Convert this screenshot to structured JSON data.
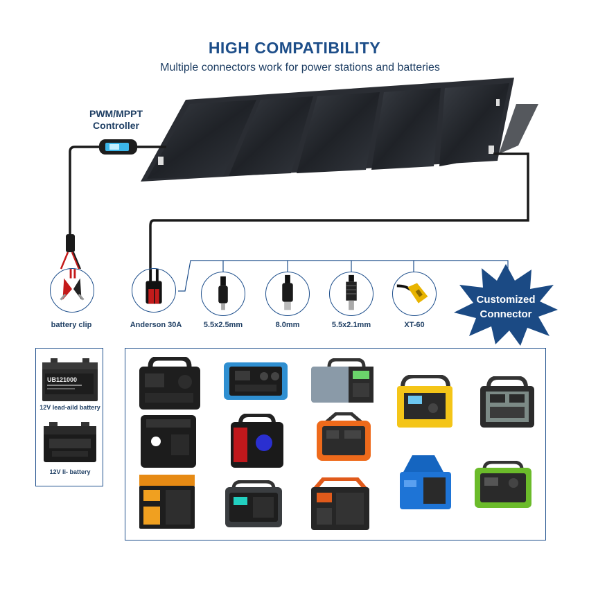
{
  "header": {
    "title": "HIGH COMPATIBILITY",
    "subtitle": "Multiple connectors work for power stations and batteries"
  },
  "controller": {
    "label_line1": "PWM/MPPT",
    "label_line2": "Controller"
  },
  "connectors": [
    {
      "label": "battery clip",
      "icon": "battery-clip-icon"
    },
    {
      "label": "Anderson 30A",
      "icon": "anderson-plug-icon"
    },
    {
      "label": "5.5x2.5mm",
      "icon": "dc-barrel-plug-icon"
    },
    {
      "label": "8.0mm",
      "icon": "dc-8mm-plug-icon"
    },
    {
      "label": "5.5x2.1mm",
      "icon": "dc-barrel-plug-icon"
    },
    {
      "label": "XT-60",
      "icon": "xt60-plug-icon"
    }
  ],
  "custom": {
    "line1": "Customized",
    "line2": "Connector"
  },
  "batteries": {
    "top_brand": "UB121000",
    "top_label": "12V lead-aild battery",
    "bottom_label": "12V li- battery"
  },
  "colors": {
    "accent": "#1d4e89",
    "frame": "#1e4f8c",
    "star": "#1b4a84",
    "wire": "#1a1a1a",
    "solar_panel": "#2a2d33"
  }
}
